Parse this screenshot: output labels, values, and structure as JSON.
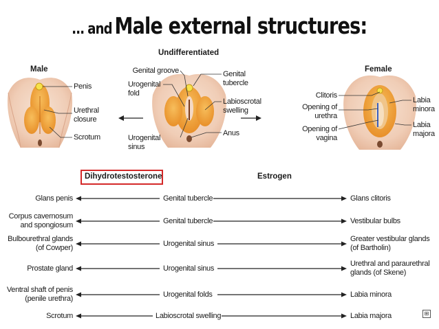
{
  "title": {
    "prefix": "… and",
    "main": "Male external structures:"
  },
  "diagram": {
    "male_label": "Male",
    "undiff_label": "Undifferentiated",
    "female_label": "Female",
    "male_parts": {
      "penis": "Penis",
      "urethral_1": "Urethral",
      "urethral_2": "closure",
      "scrotum": "Scrotum"
    },
    "undiff_parts": {
      "genital_groove": "Genital groove",
      "urogenital_fold_1": "Urogenital",
      "urogenital_fold_2": "fold",
      "urogenital_sinus_1": "Urogenital",
      "urogenital_sinus_2": "sinus",
      "genital_tubercle_1": "Genital",
      "genital_tubercle_2": "tubercle",
      "labioscrotal_1": "Labioscrotal",
      "labioscrotal_2": "swelling",
      "anus": "Anus"
    },
    "female_parts": {
      "clitoris": "Clitoris",
      "opening_urethra_1": "Opening of",
      "opening_urethra_2": "urethra",
      "opening_vagina_1": "Opening of",
      "opening_vagina_2": "vagina",
      "labia_minora_1": "Labia",
      "labia_minora_2": "minora",
      "labia_majora_1": "Labia",
      "labia_majora_2": "majora"
    }
  },
  "table": {
    "left_header": "Dihydrotestosterone",
    "right_header": "Estrogen",
    "rows": [
      {
        "male": [
          "Glans penis"
        ],
        "origin": "Genital tubercle",
        "female": [
          "Glans clitoris"
        ]
      },
      {
        "male": [
          "Corpus cavernosum",
          "and spongiosum"
        ],
        "origin": "Genital tubercle",
        "female": [
          "Vestibular bulbs"
        ]
      },
      {
        "male": [
          "Bulbourethral glands",
          "(of Cowper)"
        ],
        "origin": "Urogenital sinus",
        "female": [
          "Greater vestibular glands",
          "(of Bartholin)"
        ]
      },
      {
        "male": [
          "Prostate gland"
        ],
        "origin": "Urogenital sinus",
        "female": [
          "Urethral and paraurethral",
          "glands (of Skene)"
        ]
      },
      {
        "male": [
          "Ventral shaft of penis",
          "(penile urethra)"
        ],
        "origin": "Urogenital folds",
        "female": [
          "Labia minora"
        ]
      },
      {
        "male": [
          "Scrotum"
        ],
        "origin": "Labioscrotal swelling",
        "female": [
          "Labia majora"
        ]
      }
    ]
  },
  "icons": {
    "corner": "expand-icon"
  },
  "colors": {
    "skin": "#f4d9c6",
    "orange": "#f3a23c",
    "highlight_box": "#d42828"
  }
}
